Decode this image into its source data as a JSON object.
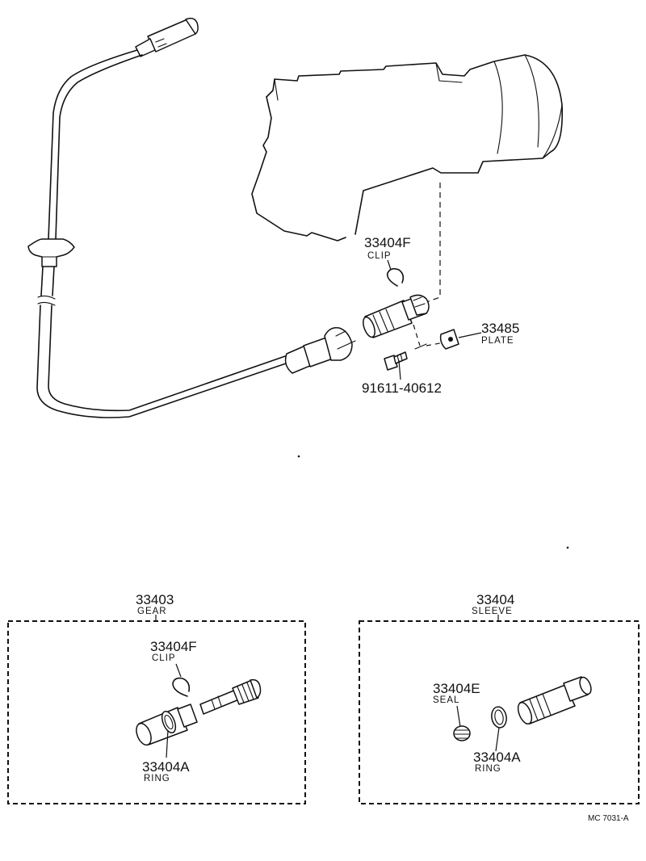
{
  "parts": {
    "clip_top": {
      "number": "33404F",
      "name": "CLIP"
    },
    "plate": {
      "number": "33485",
      "name": "PLATE"
    },
    "bolt": {
      "number": "91611-40612"
    },
    "gear": {
      "number": "33403",
      "name": "GEAR"
    },
    "gear_clip": {
      "number": "33404F",
      "name": "CLIP"
    },
    "gear_ring": {
      "number": "33404A",
      "name": "RING"
    },
    "sleeve": {
      "number": "33404",
      "name": "SLEEVE"
    },
    "sleeve_seal": {
      "number": "33404E",
      "name": "SEAL"
    },
    "sleeve_ring": {
      "number": "33404A",
      "name": "RING"
    }
  },
  "figure_code": "MC 7031-A"
}
